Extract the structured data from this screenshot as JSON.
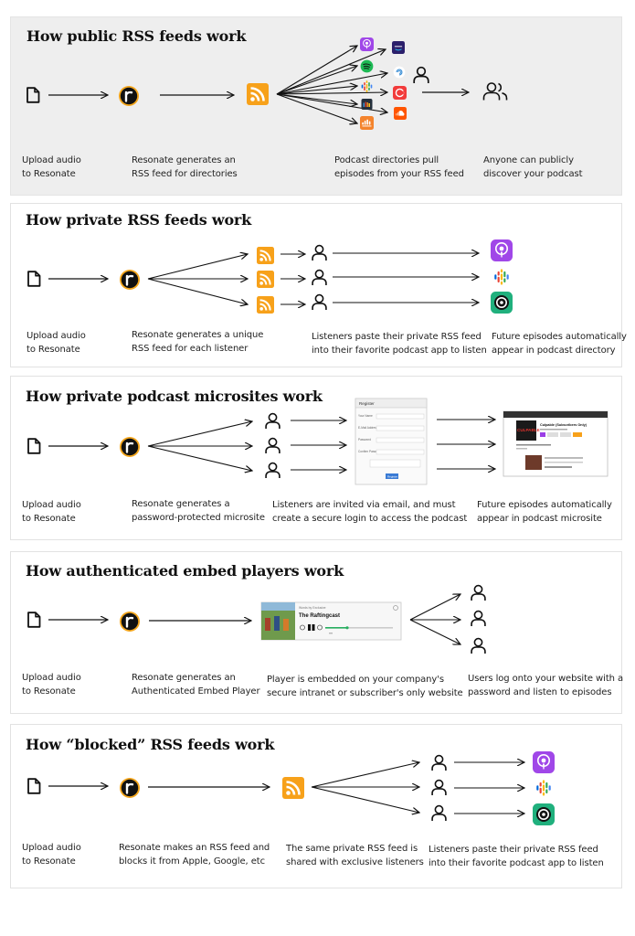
{
  "panels": [
    {
      "title": "How public RSS feeds work",
      "captions": [
        "Upload audio\nto Resonate",
        "Resonate generates an\nRSS feed for directories",
        "Podcast directories pull\nepisodes from your RSS feed",
        "Anyone can publicly\ndiscover your podcast"
      ]
    },
    {
      "title": "How private RSS feeds work",
      "captions": [
        "Upload audio\nto Resonate",
        "Resonate generates a unique\nRSS feed for each listener",
        "Listeners paste their private RSS feed\ninto their favorite podcast app to listen",
        "Future episodes automatically\nappear in podcast directory"
      ]
    },
    {
      "title": "How private podcast microsites work",
      "captions": [
        "Upload audio\nto Resonate",
        "Resonate generates a\npassword-protected microsite",
        "Listeners are invited via email, and must\ncreate a secure login to access the podcast",
        "Future episodes automatically\nappear in podcast microsite"
      ]
    },
    {
      "title": "How authenticated embed players work",
      "captions": [
        "Upload audio\nto Resonate",
        "Resonate generates an\nAuthenticated Embed Player",
        "Player is embedded on your company's\nsecure intranet or subscriber's only website",
        "Users log onto your website with a\npassword and listen to episodes"
      ]
    },
    {
      "title": "How “blocked” RSS feeds work",
      "captions": [
        "Upload audio\nto Resonate",
        "Resonate makes an RSS feed and\nblocks it from Apple, Google, etc",
        "The same private RSS feed is\nshared with exclusive listeners",
        "Listeners paste their private RSS feed\ninto their favorite podcast app to listen"
      ]
    }
  ],
  "mockups": {
    "register_form": {
      "heading": "Register",
      "fields": [
        "Your Name",
        "E-Mail Address",
        "Password",
        "Confirm Password"
      ],
      "button": "Register"
    },
    "microsite": {
      "show_title": "Culpable (Subscribers Only)",
      "cover_text": "CULPABLE"
    },
    "embed_player": {
      "kicker": "Words by Exclusive",
      "title": "The Raftingcast"
    }
  },
  "icons": {
    "file": "file-icon",
    "resonate": "resonate-logo-icon",
    "rss": "rss-icon",
    "person": "person-icon",
    "people": "people-icon",
    "apple_podcasts": "apple-podcasts-icon",
    "google_podcasts": "google-podcasts-icon",
    "overcast": "overcast-icon",
    "spotify": "spotify-icon",
    "amazon": "amazon-music-icon",
    "soundcloud": "soundcloud-icon",
    "castbox": "castbox-icon",
    "pocketcasts": "pocket-casts-icon",
    "podcast_addict": "podcast-addict-icon",
    "stitcher": "stitcher-icon"
  },
  "colors": {
    "rss": "#f7a11a",
    "resonate_ring": "#f3a51b",
    "apple_podcasts": "#9b3ee6",
    "spotify": "#1db954",
    "overcast": "#20b07d",
    "panel_gray": "#eeeeee"
  }
}
